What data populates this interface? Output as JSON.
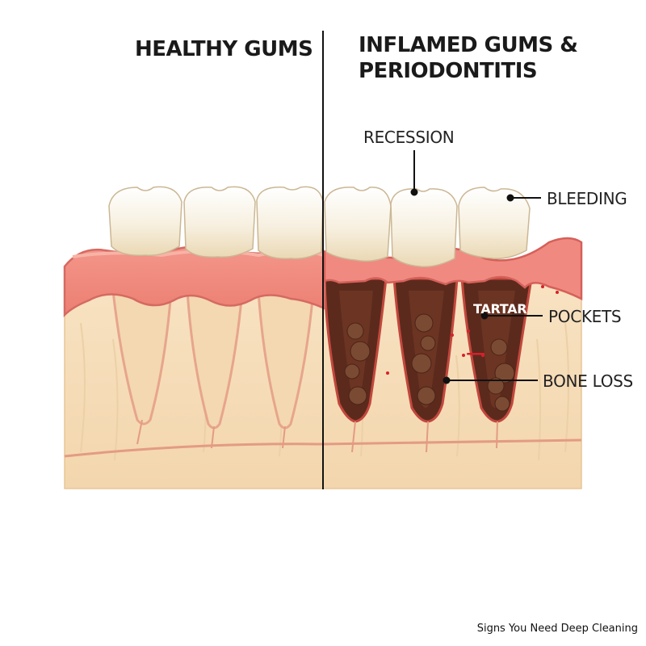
{
  "headings": {
    "healthy": "HEALTHY GUMS",
    "inflamed_line1": "INFLAMED GUMS &",
    "inflamed_line2": "PERIODONTITIS"
  },
  "callouts": {
    "recession": "RECESSION",
    "bleeding": "BLEEDING",
    "tartar": "TARTAR",
    "pockets": "POCKETS",
    "bone_loss": "BONE LOSS"
  },
  "caption": "Signs You Need Deep Cleaning",
  "colors": {
    "bone": "#f6dfbd",
    "bone_line": "#e8c89d",
    "root": "#f3dcb8",
    "gum": "#f08a80",
    "gum_light": "#f7b3a6",
    "gum_edge": "#d56a62",
    "tooth": "#fbf7ee",
    "tooth_shade": "#efe2c8",
    "pocket": "#5a2a1e",
    "tartar": "#7a4a33",
    "blood": "#d8202a",
    "divider": "#111111"
  }
}
